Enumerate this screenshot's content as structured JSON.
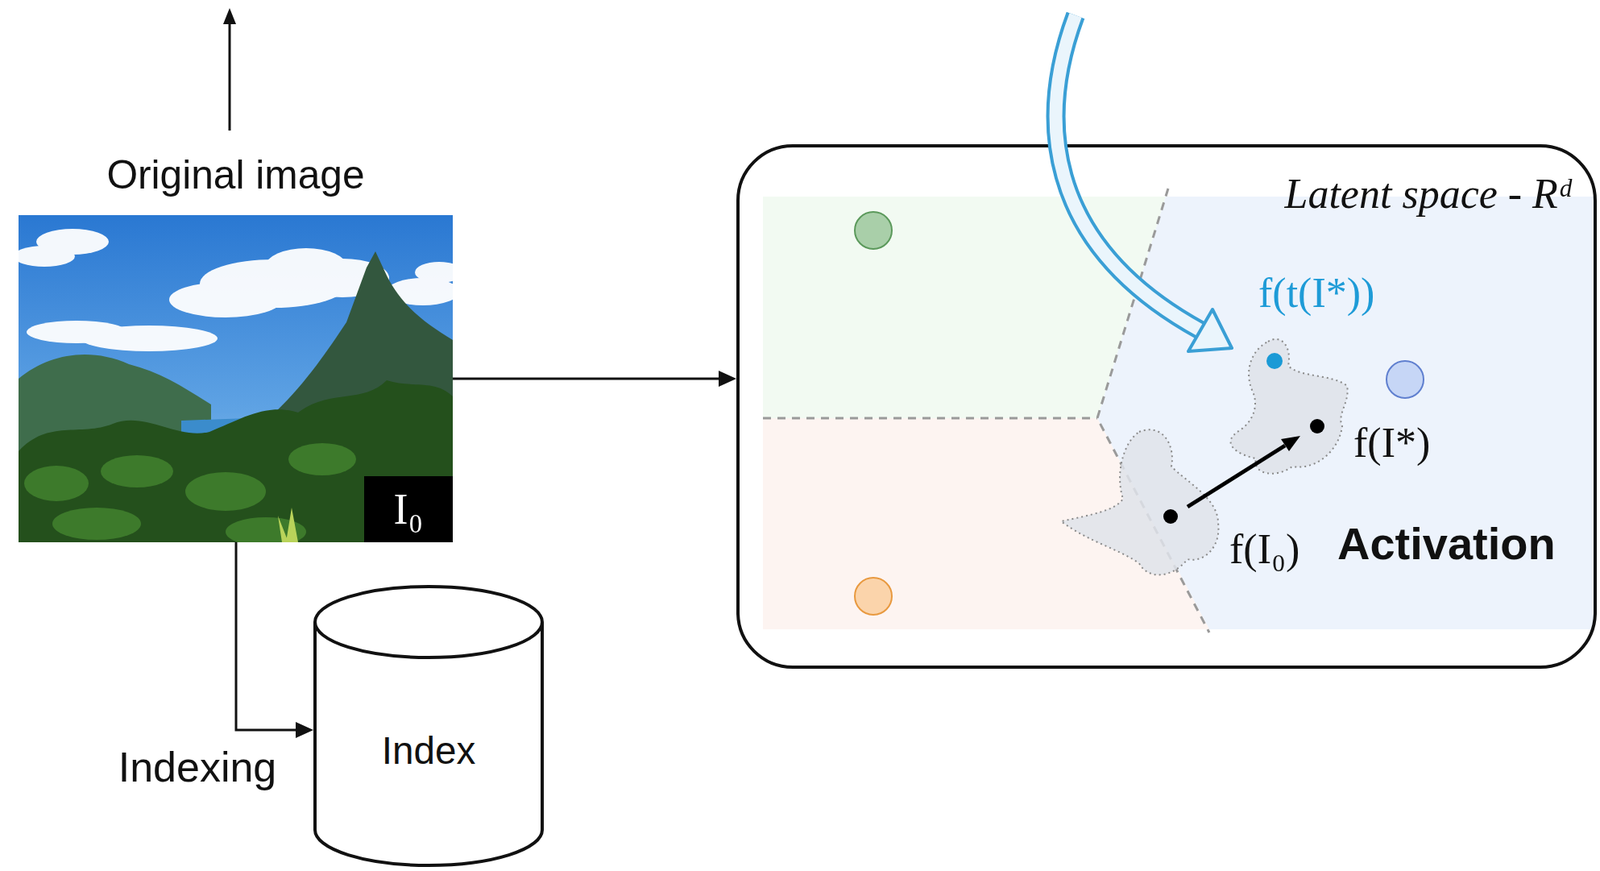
{
  "diagram": {
    "nodes": [
      {
        "text": [
          "Original image",
          "I₀"
        ]
      },
      {
        "text": [
          "Index"
        ]
      },
      {
        "text": [
          "Latent space - Rᵈ"
        ]
      }
    ],
    "edges": [
      {
        "from": 0,
        "to": 2,
        "arrow": "to"
      },
      {
        "from": 0,
        "to": 1,
        "arrow": "to",
        "label": "Indexing"
      }
    ],
    "labels": [
      "f(t(I*))",
      "f(I*)",
      "f(I₀)",
      "Activation"
    ]
  }
}
